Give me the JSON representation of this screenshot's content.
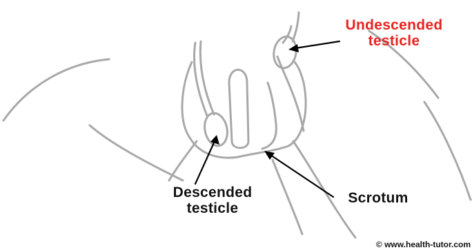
{
  "labels": {
    "undescended": {
      "line1": "Undescended",
      "line2": "testicle",
      "color": "#e52420"
    },
    "descended": {
      "line1": "Descended",
      "line2": "testicle",
      "color": "#111111"
    },
    "scrotum": {
      "text": "Scrotum",
      "color": "#111111"
    }
  },
  "credit": {
    "text": "© www.health-tutor.com",
    "color": "#111111"
  },
  "colors": {
    "outline": "#a8a8a8",
    "arrow": "#000000",
    "background": "#ffffff"
  }
}
